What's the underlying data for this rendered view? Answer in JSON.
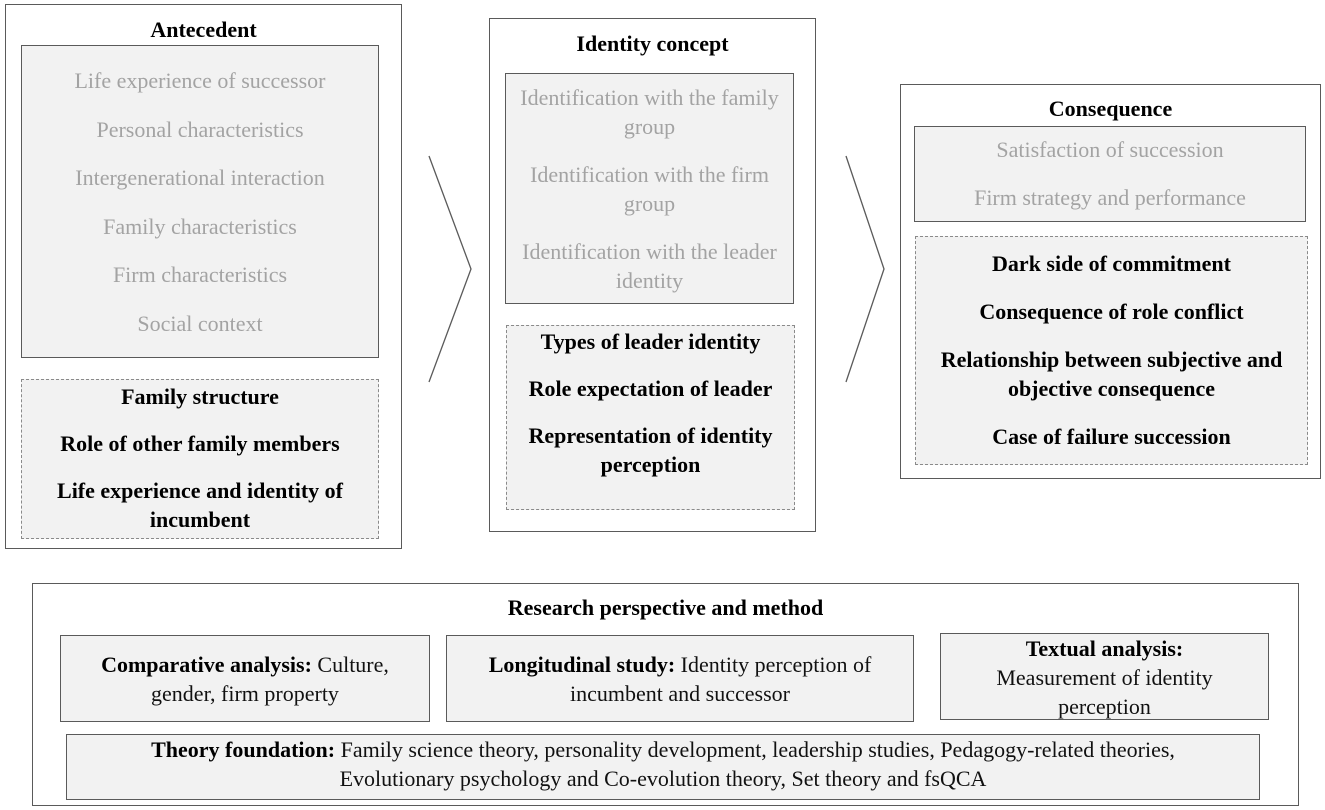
{
  "antecedent": {
    "title": "Antecedent",
    "factors": [
      "Life experience of successor",
      "Personal characteristics",
      "Intergenerational interaction",
      "Family characteristics",
      "Firm characteristics",
      "Social context"
    ],
    "future_topics": [
      "Family structure",
      "Role of other family members",
      "Life experience and identity of incumbent"
    ]
  },
  "identity": {
    "title": "Identity concept",
    "factors": [
      "Identification with the family group",
      "Identification with the firm group",
      "Identification with the leader identity"
    ],
    "future_topics": [
      "Types of leader identity",
      "Role expectation of leader",
      "Representation of identity perception"
    ]
  },
  "consequence": {
    "title": "Consequence",
    "factors": [
      "Satisfaction of succession",
      "Firm strategy and performance"
    ],
    "future_topics": [
      "Dark side of commitment",
      "Consequence of role conflict",
      "Relationship between subjective and objective consequence",
      "Case of failure succession"
    ]
  },
  "research": {
    "title": "Research perspective and method",
    "methods": [
      {
        "label": "Comparative analysis:",
        "text": "Culture, gender, firm property"
      },
      {
        "label": "Longitudinal study:",
        "text": "Identity perception of incumbent and successor"
      },
      {
        "label": "Textual analysis:",
        "text": "Measurement of identity perception"
      }
    ],
    "theory": {
      "label": "Theory foundation:",
      "text": "Family science theory, personality development, leadership studies,  Pedagogy-related theories, Evolutionary psychology and Co-evolution theory, Set theory and fsQCA"
    }
  }
}
